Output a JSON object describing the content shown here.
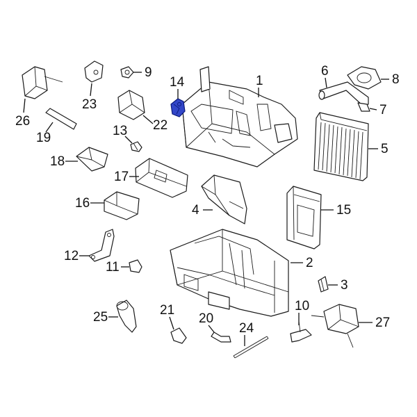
{
  "diagram": {
    "highlight_color": "#3246c8",
    "callouts": [
      {
        "id": "c1",
        "label": "1"
      },
      {
        "id": "c2",
        "label": "2"
      },
      {
        "id": "c3",
        "label": "3"
      },
      {
        "id": "c4",
        "label": "4"
      },
      {
        "id": "c5",
        "label": "5"
      },
      {
        "id": "c6",
        "label": "6"
      },
      {
        "id": "c7",
        "label": "7"
      },
      {
        "id": "c8",
        "label": "8"
      },
      {
        "id": "c9",
        "label": "9"
      },
      {
        "id": "c10",
        "label": "10"
      },
      {
        "id": "c11",
        "label": "11"
      },
      {
        "id": "c12",
        "label": "12"
      },
      {
        "id": "c13",
        "label": "13"
      },
      {
        "id": "c14",
        "label": "14"
      },
      {
        "id": "c15",
        "label": "15"
      },
      {
        "id": "c16",
        "label": "16"
      },
      {
        "id": "c17",
        "label": "17"
      },
      {
        "id": "c18",
        "label": "18"
      },
      {
        "id": "c19",
        "label": "19"
      },
      {
        "id": "c20",
        "label": "20"
      },
      {
        "id": "c21",
        "label": "21"
      },
      {
        "id": "c22",
        "label": "22"
      },
      {
        "id": "c23",
        "label": "23"
      },
      {
        "id": "c24",
        "label": "24"
      },
      {
        "id": "c25",
        "label": "25"
      },
      {
        "id": "c26",
        "label": "26"
      },
      {
        "id": "c27",
        "label": "27"
      }
    ]
  }
}
